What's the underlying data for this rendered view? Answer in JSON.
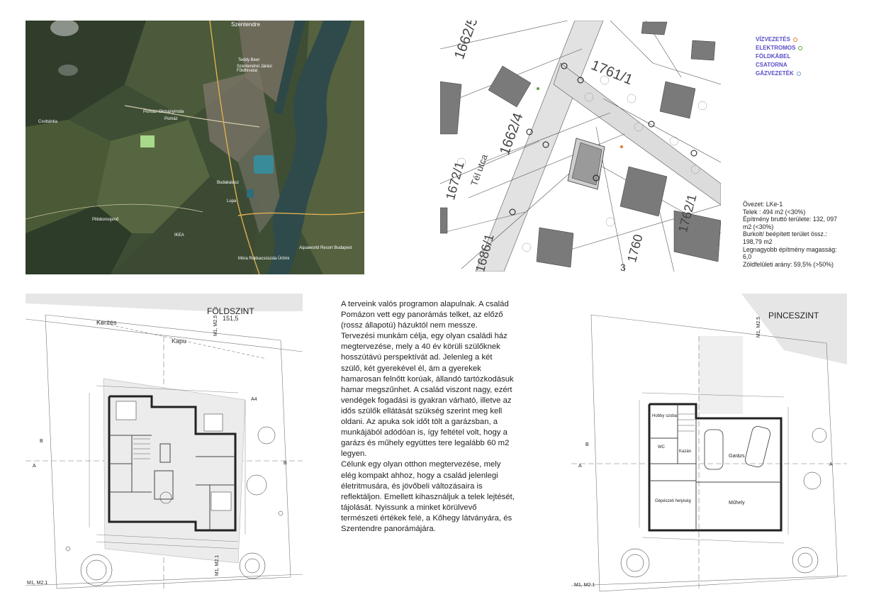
{
  "satellite": {
    "labels": {
      "szentendre": "Szentendre",
      "teddy": "Teddy Beer",
      "foldhivatal": "Szentendrei Járási Földhivatal",
      "okmany": "Pomázi Okmányiroda",
      "pomaz": "Pomáz",
      "leanyfalu": "Budakalász",
      "csobanka": "Csobánka",
      "pilisborosjeno": "Pilisborosjenő",
      "lupa": "Lupa",
      "ikea": "IKEA",
      "aquaworld": "Aquaworld Resort Budapest",
      "mall": "Móra Rukkacsúszda Ürömi"
    }
  },
  "site_map": {
    "parcels": [
      "1662/5",
      "1662/4",
      "1761/1",
      "1672/1",
      "1686/1",
      "1760",
      "1762/1",
      "3"
    ],
    "street": "Tél utca"
  },
  "legend": {
    "items": [
      {
        "label": "VÍZVEZETÉS",
        "color": "#e07a30"
      },
      {
        "label": "ELEKTROMOS",
        "color": "#5aa040"
      },
      {
        "label": "FÖLDKÁBEL",
        "color": ""
      },
      {
        "label": "CSATORNA",
        "color": ""
      },
      {
        "label": "GÁZVEZETÉK",
        "color": "#6aa0d0"
      }
    ],
    "text_color": "#5a4fc8"
  },
  "zoning": {
    "lines": [
      "Övezet: LKe-1",
      "Telek : 494 m2 (<30%)",
      "Építmény bruttó területe: 132, 097",
      "m2  (<30%)",
      "Burkolt/ beépített terület össz.:",
      "198,79 m2",
      "Legnagyobb építmény magasság:",
      "6,0",
      "Zöldfelületi arány: 59,5% (>50%)"
    ]
  },
  "ground_floor": {
    "title": "FÖLDSZINT",
    "level": "151,5",
    "fence": "Kerítés",
    "gate": "Kapu",
    "marks": [
      "A",
      "B",
      "M1, M2.1",
      "M1, M2.1",
      "M1, M2.5",
      "A4",
      "B"
    ]
  },
  "basement": {
    "title": "PINCESZINT",
    "rooms": [
      "Hobby szoba",
      "WC",
      "Kazán",
      "Garázs",
      "Gépészeti helyiség",
      "Műhely"
    ],
    "marks": [
      "A",
      "B",
      "M1, M2.1",
      "M1, M2.5",
      "A"
    ]
  },
  "description": {
    "paragraphs": [
      "A terveink valós programon alapulnak. A család Pomázon vett egy panorámás telket, az előző (rossz állapotú) házuktól nem messze.",
      "Tervezési munkám célja, egy olyan családi ház megtervezése, mely a 40 év körüli szülőknek hosszútávú perspektívát ad. Jelenleg a két szülő, két gyerekével él, ám a gyerekek hamarosan felnőtt korúak, állandó tartózkodásuk hamar megszűnhet. A család viszont nagy, ezért vendégek fogadási is gyakran várható, illetve az idős szülők ellátását szükség szerint meg kell oldani. Az apuka sok időt tölt a garázsban, a munkájából adódóan is, így feltétel volt, hogy a garázs és műhely együttes tere legalább 60 m2 legyen.",
      "Célunk egy olyan otthon megtervezése, mely elég kompakt ahhoz, hogy a család jelenlegi életritmusára, és jövőbeli változásaira is reflektáljon. Emellett kihasználjuk a telek lejtését, tájolását. Nyissunk a minket körülvevő természeti értékek felé, a Kőhegy látványára, és Szentendre panorámájára."
    ]
  }
}
